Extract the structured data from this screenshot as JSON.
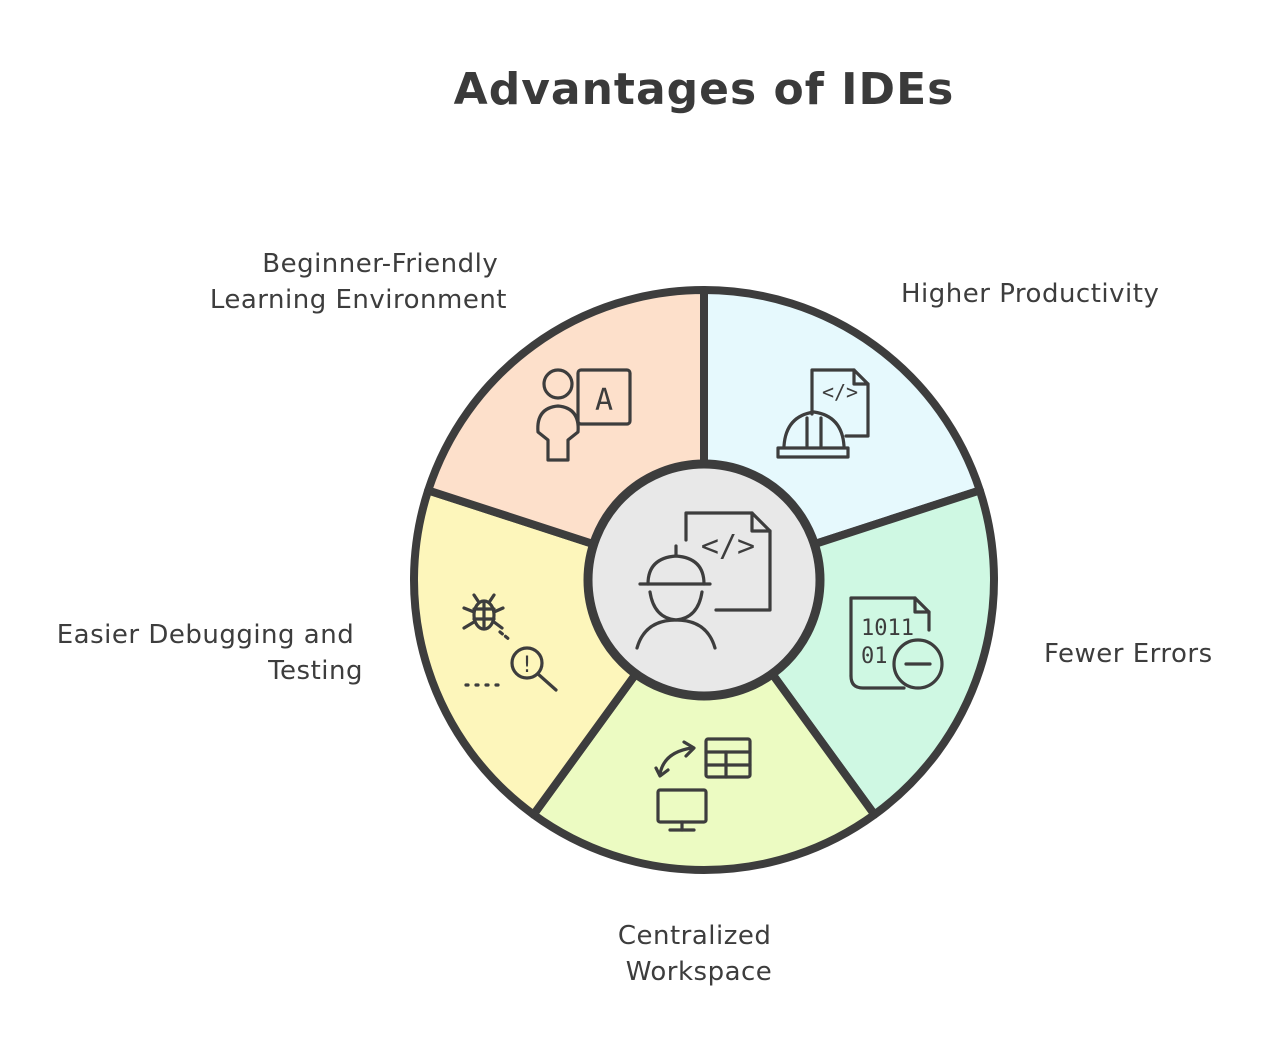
{
  "title": "Advantages of IDEs",
  "segments": [
    {
      "id": "higher-productivity",
      "lines": [
        "Higher Productivity"
      ],
      "color": "#e6f9fd",
      "icon": "code-document-hardhat-icon"
    },
    {
      "id": "fewer-errors",
      "lines": [
        "Fewer Errors"
      ],
      "color": "#cff8e3",
      "icon": "binary-minus-icon"
    },
    {
      "id": "centralized-workspace",
      "lines": [
        "Centralized",
        "Workspace"
      ],
      "color": "#ecfbc2",
      "icon": "monitor-table-sync-icon"
    },
    {
      "id": "easier-debugging",
      "lines": [
        "Easier Debugging and",
        "Testing"
      ],
      "color": "#fdf6bb",
      "icon": "bug-search-icon"
    },
    {
      "id": "beginner-friendly",
      "lines": [
        "Beginner-Friendly",
        "Learning Environment"
      ],
      "color": "#fde0cb",
      "icon": "person-letter-board-icon"
    }
  ],
  "center": {
    "icon": "developer-hardhat-code-icon",
    "color": "#e8e8e8"
  },
  "icon_text": {
    "code": "</>",
    "letter": "A",
    "binary_top": "1011",
    "binary_bottom": "01",
    "exclaim": "!"
  }
}
